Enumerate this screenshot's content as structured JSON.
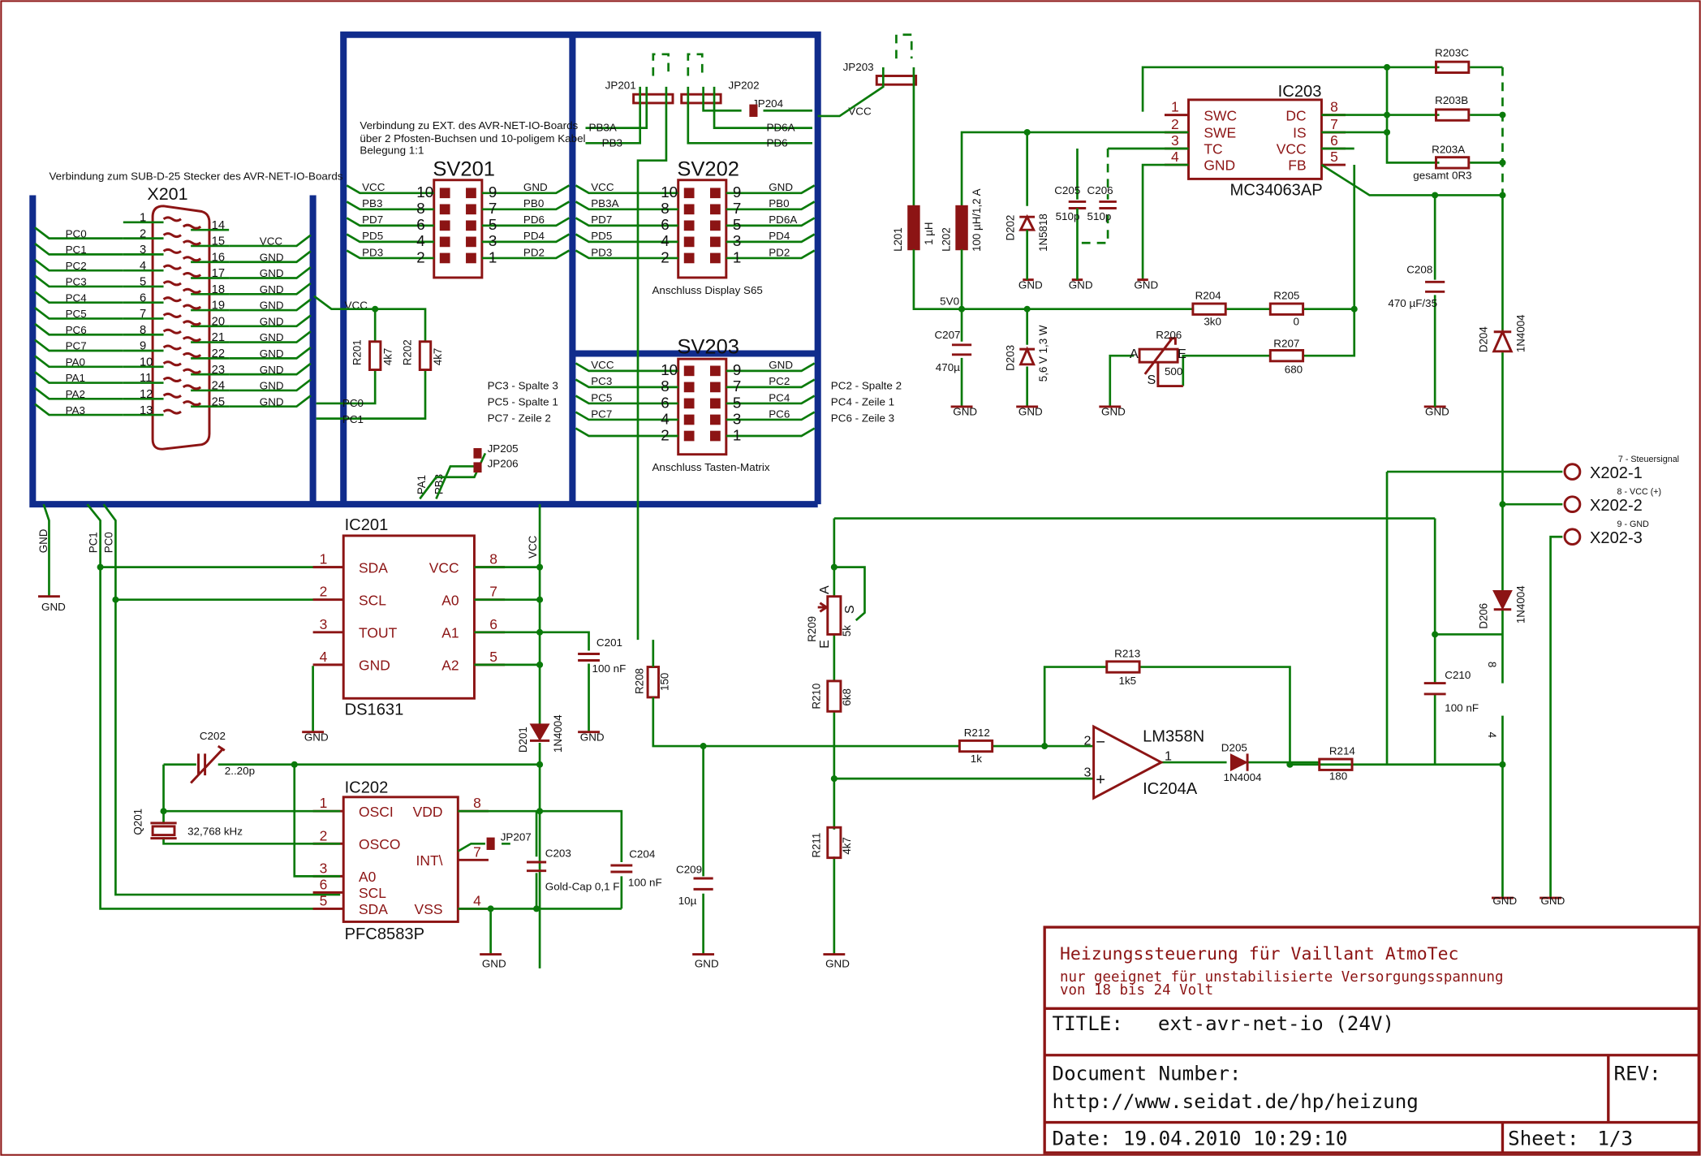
{
  "x201": {
    "name": "X201",
    "caption": "Verbindung zum SUB-D-25 Stecker des AVR-NET-IO-Boards",
    "left_pins": [
      "1",
      "2",
      "3",
      "4",
      "5",
      "6",
      "7",
      "8",
      "9",
      "10",
      "11",
      "12",
      "13"
    ],
    "right_pins": [
      "14",
      "15",
      "16",
      "17",
      "18",
      "19",
      "20",
      "21",
      "22",
      "23",
      "24",
      "25"
    ],
    "left_nets": [
      "PC0",
      "PC1",
      "PC2",
      "PC3",
      "PC4",
      "PC5",
      "PC6",
      "PC7",
      "PA0",
      "PA1",
      "PA2",
      "PA3"
    ],
    "right_nets": [
      "VCC",
      "GND",
      "GND",
      "GND",
      "GND",
      "GND",
      "GND",
      "GND",
      "GND",
      "GND",
      "GND"
    ]
  },
  "sv201": {
    "name": "SV201",
    "caption": "Verbindung zu EXT. des AVR-NET-IO-Boards",
    "caption2": "über 2 Pfosten-Buchsen und 10-poligem Kabel",
    "caption3": "Belegung 1:1",
    "left_pins": [
      "10",
      "8",
      "6",
      "4",
      "2"
    ],
    "right_pins": [
      "9",
      "7",
      "5",
      "3",
      "1"
    ],
    "left_nets": [
      "VCC",
      "PB3",
      "PD7",
      "PD5",
      "PD3"
    ],
    "right_nets": [
      "GND",
      "PB0",
      "PD6",
      "PD4",
      "PD2"
    ]
  },
  "sv202": {
    "name": "SV202",
    "caption": "Anschluss Display S65",
    "left_nets": [
      "VCC",
      "PB3A",
      "PD7",
      "PD5",
      "PD3"
    ],
    "right_nets": [
      "GND",
      "PB0",
      "PD6A",
      "PD4",
      "PD2"
    ],
    "top_nets": [
      "PB3A",
      "PB3",
      "PD6A",
      "PD6"
    ]
  },
  "sv203": {
    "name": "SV203",
    "caption": "Anschluss Tasten-Matrix",
    "left_pins": [
      "10",
      "8",
      "6",
      "4",
      "2"
    ],
    "right_pins": [
      "9",
      "7",
      "5",
      "3",
      "1"
    ],
    "left_nets": [
      "VCC",
      "PC3",
      "PC5",
      "PC7"
    ],
    "right_nets": [
      "GND",
      "PC2",
      "PC4",
      "PC6"
    ],
    "left_notes": [
      "PC3 - Spalte 3",
      "PC5 - Spalte 1",
      "PC7 - Zeile 2"
    ],
    "right_notes": [
      "PC2 - Spalte 2",
      "PC4 - Zeile 1",
      "PC6 - Zeile 3"
    ]
  },
  "jumpers": {
    "jp201": "JP201",
    "jp202": "JP202",
    "jp203": "JP203",
    "jp204": "JP204",
    "jp205": "JP205",
    "jp206": "JP206",
    "jp207": "JP207",
    "vcc": "VCC"
  },
  "pullups": {
    "r201": "R201",
    "r202": "R202",
    "value": "4k7",
    "nets": [
      "VCC",
      "PC0",
      "PC1"
    ],
    "bus_labels": [
      "PA1",
      "PB3"
    ]
  },
  "ic201": {
    "ref": "IC201",
    "part": "DS1631",
    "left": [
      [
        "1",
        "SDA"
      ],
      [
        "2",
        "SCL"
      ],
      [
        "3",
        "TOUT"
      ],
      [
        "4",
        "GND"
      ]
    ],
    "right": [
      [
        "8",
        "VCC"
      ],
      [
        "7",
        "A0"
      ],
      [
        "6",
        "A1"
      ],
      [
        "5",
        "A2"
      ]
    ]
  },
  "ic202": {
    "ref": "IC202",
    "part": "PFC8583P",
    "left": [
      [
        "1",
        "OSCI"
      ],
      [
        "2",
        "OSCO"
      ],
      [
        "3",
        "A0"
      ],
      [
        "6",
        "SCL"
      ],
      [
        "5",
        "SDA"
      ]
    ],
    "right": [
      [
        "8",
        "VDD"
      ],
      [
        "7",
        "INT\\"
      ],
      [
        "4",
        "VSS"
      ]
    ]
  },
  "ic203": {
    "ref": "IC203",
    "part": "MC34063AP",
    "left": [
      [
        "1",
        "SWC"
      ],
      [
        "2",
        "SWE"
      ],
      [
        "3",
        "TC"
      ],
      [
        "4",
        "GND"
      ]
    ],
    "right": [
      [
        "8",
        "DC"
      ],
      [
        "7",
        "IS"
      ],
      [
        "6",
        "VCC"
      ],
      [
        "5",
        "FB"
      ]
    ]
  },
  "ic204": {
    "ref": "IC204A",
    "part": "LM358N",
    "pins": [
      "2",
      "3",
      "1"
    ]
  },
  "parts": {
    "c201": "C201",
    "c201v": "100 nF",
    "c202": "C202",
    "c202v": "2..20p",
    "q201": "Q201",
    "q201v": "32,768 kHz",
    "c203": "C203",
    "c203v": "Gold-Cap 0,1 F",
    "c204": "C204",
    "c204v": "100 nF",
    "d201": "D201",
    "d201v": "1N4004",
    "r208": "R208",
    "r208v": "150",
    "c209": "C209",
    "c209v": "10µ",
    "l201": "L201",
    "l201v": "1 µH",
    "l202": "L202",
    "l202v": "100 µH/1,2 A",
    "d202": "D202",
    "d202v": "1N5818",
    "c205": "C205",
    "c205v": "510p",
    "c206": "C206",
    "c206v": "510p",
    "c207": "C207",
    "c207v": "470µ",
    "d203": "D203",
    "d203v": "5,6 V 1,3 W",
    "r204": "R204",
    "r204v": "3k0",
    "r205": "R205",
    "r205v": "0",
    "r206": "R206",
    "r206v": "500",
    "r207": "R207",
    "r207v": "680",
    "r203a": "R203A",
    "r203b": "R203B",
    "r203c": "R203C",
    "r203note": "gesamt 0R3",
    "c208": "C208",
    "c208v": "470 µF/35",
    "d204": "D204",
    "d204v": "1N4004",
    "d206": "D206",
    "d206v": "1N4004",
    "c210": "C210",
    "c210v": "100 nF",
    "r209": "R209",
    "r209v": "5k",
    "r210": "R210",
    "r210v": "6k8",
    "r211": "R211",
    "r211v": "4k7",
    "r212": "R212",
    "r212v": "1k",
    "r213": "R213",
    "r213v": "1k5",
    "r214": "R214",
    "r214v": "180",
    "d205": "D205",
    "d205v": "1N4004",
    "gnd": "GND",
    "vcc": "VCC",
    "v5": "5V0",
    "pin_a": "A",
    "pin_e": "E",
    "pin_s": "S",
    "relay_pins": [
      "8",
      "4"
    ]
  },
  "x202": {
    "terminals": [
      "X202-1",
      "X202-2",
      "X202-3"
    ],
    "notes": [
      "7 - Steuersignal",
      "8 - VCC (+)",
      "9 - GND"
    ]
  },
  "title_block": {
    "heading": "Heizungssteuerung für Vaillant AtmoTec",
    "note_line1": "nur geeignet für unstabilisierte Versorgungsspannung",
    "note_line2": "von 18 bis 24 Volt",
    "title_label": "TITLE:",
    "title_value": "ext-avr-net-io (24V)",
    "docnum_label": "Document Number:",
    "docnum_value": "http://www.seidat.de/hp/heizung",
    "rev_label": "REV:",
    "date_label": "Date:",
    "date_value": "19.04.2010 10:29:10",
    "sheet_label": "Sheet:",
    "sheet_value": "1/3"
  }
}
